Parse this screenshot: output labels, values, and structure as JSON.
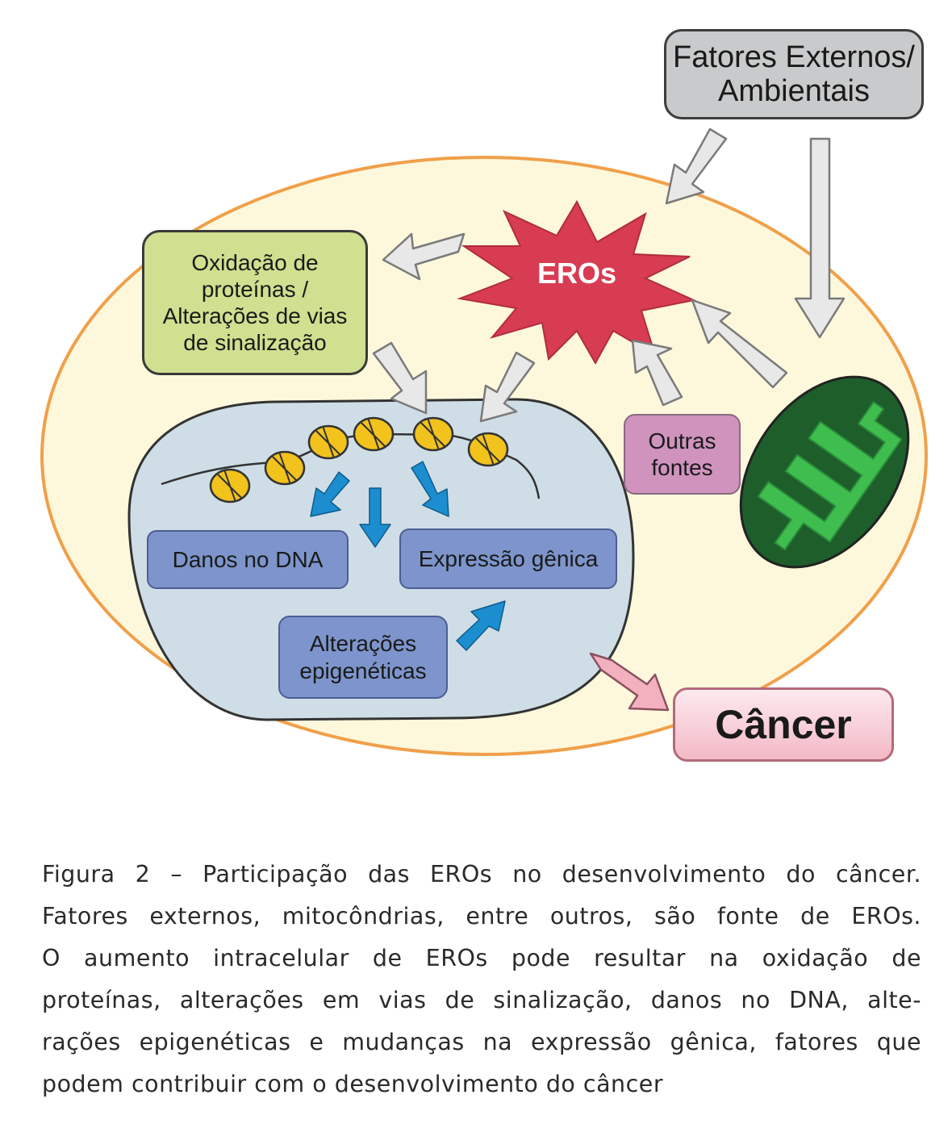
{
  "diagram": {
    "eros_label": "EROs",
    "fatores": {
      "line1": "Fatores Externos/",
      "line2": "Ambientais"
    },
    "oxidacao": {
      "line1": "Oxidação de",
      "line2": "proteínas /",
      "line3": "Alterações de vias",
      "line4": "de sinalização"
    },
    "outras": {
      "line1": "Outras",
      "line2": "fontes"
    },
    "danos": "Danos no DNA",
    "expressao": "Expressão gênica",
    "epigen": {
      "line1": "Alterações",
      "line2": "epigenéticas"
    },
    "cancer": "Câncer",
    "colors": {
      "cell_fill": "#fdf8dc",
      "cell_border": "#f0a04a",
      "nucleus_fill": "#cfdde6",
      "eros_star": "#d83c52",
      "mitochondria_outer": "#1e5e2b",
      "mitochondria_inner": "#3fbd4e",
      "nucleosome": "#f2c21d",
      "arrow_gray": "#e6e6e6",
      "arrow_blue": "#1c8ed0",
      "arrow_pink": "#f3b0bf"
    }
  },
  "caption": {
    "lines": [
      "Figura 2 – Participação das EROs no desenvolvimento do câncer.",
      "Fatores externos, mitocôndrias, entre outros, são fonte de EROs.",
      "O aumento intracelular de EROs pode resultar na oxidação de",
      "proteínas, alterações em vias de sinalização, danos no DNA, alte-",
      "rações epigenéticas e mudanças na expressão gênica, fatores que",
      "podem contribuir com o desenvolvimento do câncer"
    ]
  }
}
